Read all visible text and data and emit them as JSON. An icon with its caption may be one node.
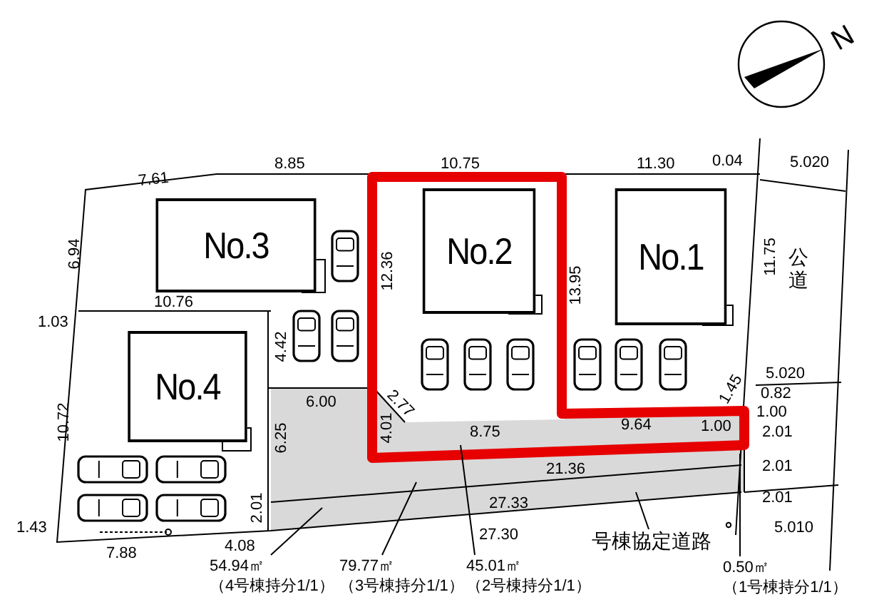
{
  "diagram": {
    "nodes": [
      {
        "text": [
          "No.3"
        ]
      },
      {
        "text": [
          "No.2"
        ]
      },
      {
        "text": [
          "No.1"
        ]
      },
      {
        "text": [
          "No.4"
        ]
      },
      {
        "text": [
          "54.94㎡",
          "（4号棟持分1/1）"
        ]
      },
      {
        "text": [
          "79.77㎡",
          "（3号棟持分1/1）"
        ]
      },
      {
        "text": [
          "45.01㎡",
          "（2号棟持分1/1）"
        ]
      },
      {
        "text": [
          "号棟協定道路"
        ]
      },
      {
        "text": [
          "0.50㎡",
          "（1号棟持分1/1）"
        ]
      },
      {
        "text": [],
        "shape": "box"
      },
      {
        "text": [],
        "shape": "box"
      },
      {
        "text": [],
        "shape": "box"
      },
      {
        "text": [],
        "shape": "box"
      },
      {
        "text": [],
        "shape": "box"
      }
    ],
    "edges": [
      {
        "from": 4,
        "to": 9,
        "arrow": "none"
      },
      {
        "from": 5,
        "to": 10,
        "arrow": "none"
      },
      {
        "from": 6,
        "to": 11,
        "arrow": "none"
      },
      {
        "from": 7,
        "to": 12,
        "arrow": "none"
      },
      {
        "from": 8,
        "to": 13,
        "arrow": "none"
      }
    ],
    "labels": [
      "N",
      "7.61",
      "8.85",
      "10.75",
      "11.30",
      "0.04",
      "5.020",
      "6.94",
      "10.76",
      "12.36",
      "13.95",
      "11.75",
      "公道",
      "1.03",
      "4.42",
      "5.020",
      "6.00",
      "2.77",
      "1.45",
      "0.82",
      "1.00",
      "10.72",
      "6.25",
      "4.01",
      "8.75",
      "9.64",
      "1.00",
      "2.01",
      "21.36",
      "2.01",
      "27.33",
      "2.01",
      "1.43",
      "2.01",
      "27.30",
      "5.010",
      "7.88",
      "4.08"
    ]
  }
}
